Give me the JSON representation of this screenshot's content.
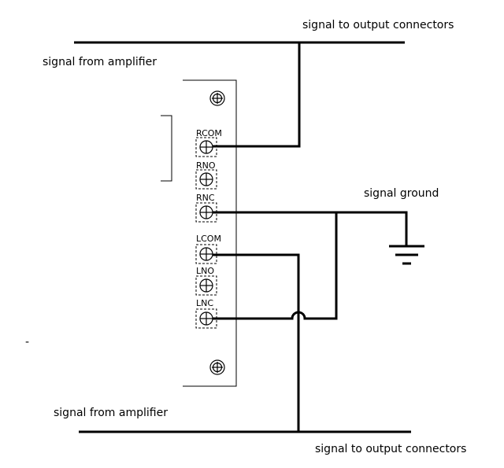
{
  "labels": {
    "top_output": "signal to output connectors",
    "top_input": "signal from amplifier",
    "ground": "signal ground",
    "bottom_input": "signal from amplifier",
    "bottom_output": "signal to output connectors",
    "stray_mark": "-"
  },
  "terminals": [
    {
      "id": "rcom",
      "label": "RCOM"
    },
    {
      "id": "rno",
      "label": "RNO"
    },
    {
      "id": "rnc",
      "label": "RNC"
    },
    {
      "id": "lcom",
      "label": "LCOM"
    },
    {
      "id": "lno",
      "label": "LNO"
    },
    {
      "id": "lnc",
      "label": "LNC"
    }
  ]
}
